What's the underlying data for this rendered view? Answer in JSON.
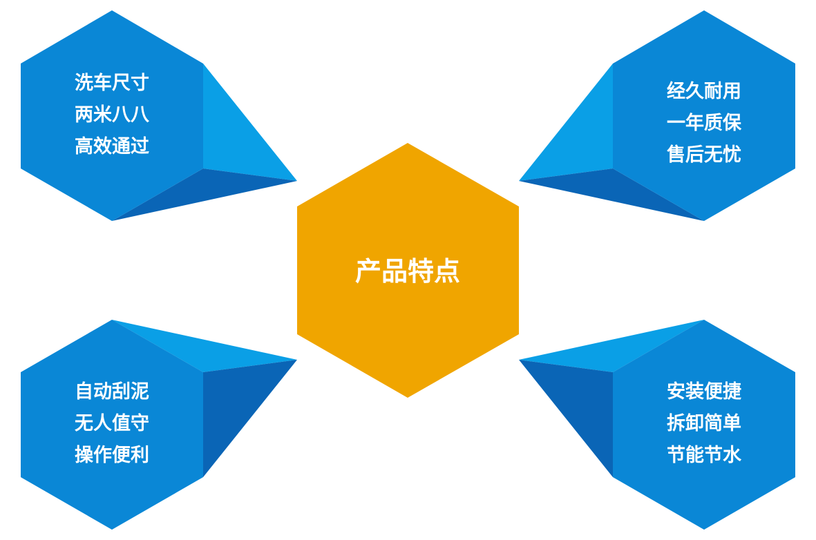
{
  "center": {
    "title": "产品特点",
    "color": "#F0A500"
  },
  "colors": {
    "face": "#0A87D6",
    "light": "#0A9FE6",
    "dark": "#0A65B6",
    "text": "#FFFFFF"
  },
  "features": [
    {
      "position": "top-left",
      "lines": [
        "洗车尺寸",
        "两米八八",
        "高效通过"
      ]
    },
    {
      "position": "top-right",
      "lines": [
        "经久耐用",
        "一年质保",
        "售后无忧"
      ]
    },
    {
      "position": "bottom-left",
      "lines": [
        "自动刮泥",
        "无人值守",
        "操作便利"
      ]
    },
    {
      "position": "bottom-right",
      "lines": [
        "安装便捷",
        "拆卸简单",
        "节能节水"
      ]
    }
  ]
}
